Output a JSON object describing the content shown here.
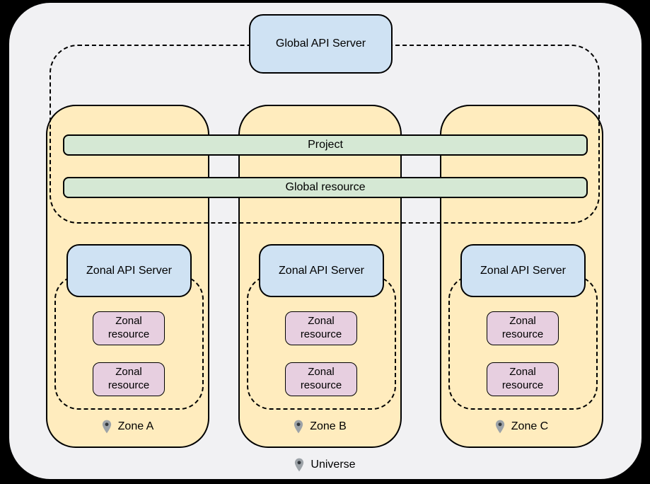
{
  "colors": {
    "background": "#000000",
    "universe_fill": "#f1f1f3",
    "zone_fill": "#ffecbe",
    "bar_fill": "#d5e8d4",
    "api_fill": "#cfe2f3",
    "resource_fill": "#e7cfe0",
    "border": "#000000",
    "pin_gray": "#9da3a8",
    "pin_dark": "#32373c"
  },
  "diagram": {
    "global_api_server_label": "Global API Server",
    "project_bar_label": "Project",
    "global_resource_bar_label": "Global resource",
    "universe_label": "Universe",
    "zones": [
      {
        "name": "Zone A",
        "api_server_label": "Zonal API Server",
        "resources": [
          "Zonal resource",
          "Zonal resource"
        ]
      },
      {
        "name": "Zone B",
        "api_server_label": "Zonal API Server",
        "resources": [
          "Zonal resource",
          "Zonal resource"
        ]
      },
      {
        "name": "Zone C",
        "api_server_label": "Zonal API Server",
        "resources": [
          "Zonal resource",
          "Zonal resource"
        ]
      }
    ]
  }
}
